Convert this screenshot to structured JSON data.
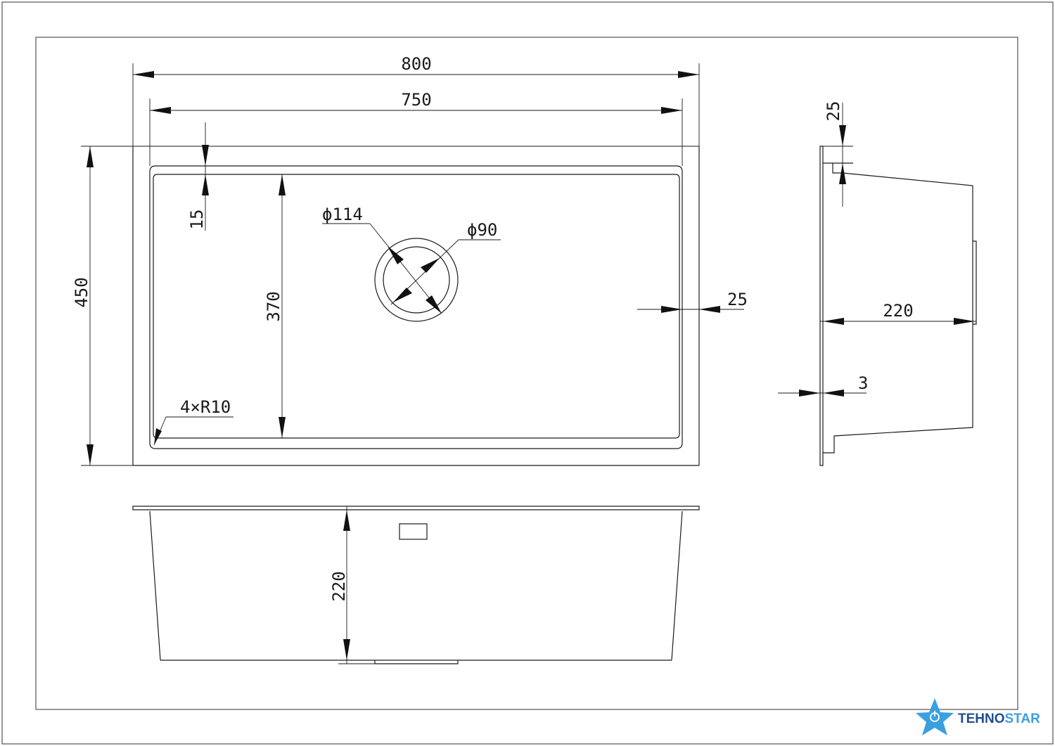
{
  "dimensions": {
    "overall_width": "800",
    "inner_width": "750",
    "overall_depth": "450",
    "inner_depth": "370",
    "back_rim": "15",
    "side_rim": "25",
    "corner_radius": "4×R10",
    "outer_diameter": "ϕ114",
    "inner_diameter": "ϕ90",
    "front_height": "220",
    "side_top_thickness": "25",
    "side_height": "220",
    "flange_thickness": "3"
  },
  "brand": {
    "name_part1": "TEHNO",
    "name_part2": "STAR",
    "color_part1": "#1f4e8c",
    "color_part2": "#3aa0e0",
    "star_color": "#3aa0e0",
    "icon": "power-star-icon"
  }
}
